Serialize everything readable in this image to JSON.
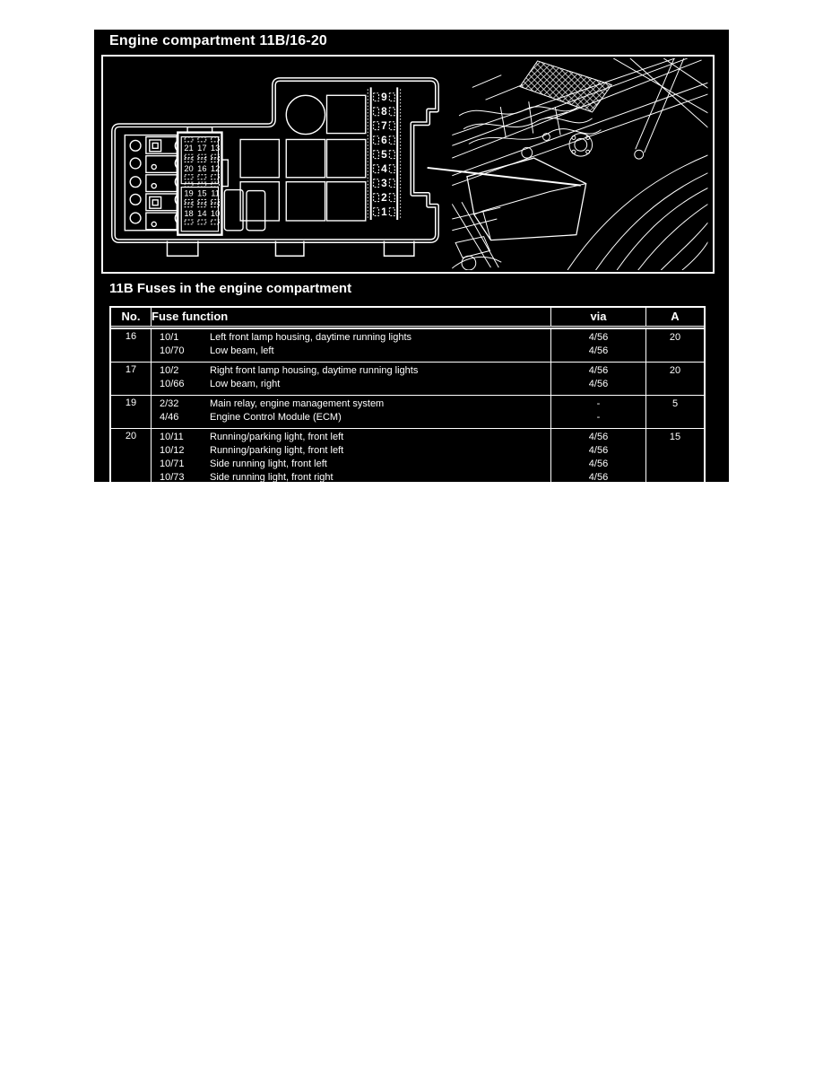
{
  "window": {
    "title": "Engine compartment 11B/16-20",
    "section_title": "11B Fuses in the engine compartment"
  },
  "diagram": {
    "fuse_grid": [
      [
        "21",
        "17",
        "13"
      ],
      [
        "20",
        "16",
        "12"
      ],
      [
        "19",
        "15",
        "11"
      ],
      [
        "18",
        "14",
        "10"
      ]
    ],
    "scale_labels": [
      "9",
      "8",
      "7",
      "6",
      "5",
      "4",
      "3",
      "2",
      "1"
    ]
  },
  "fuse_table": {
    "headers": {
      "no": "No.",
      "function": "Fuse function",
      "via": "via",
      "amps": "A"
    },
    "rows": [
      {
        "no": "16",
        "amps": "20",
        "entries": [
          {
            "id": "10/1",
            "desc": "Left front lamp housing, daytime running lights",
            "via": "4/56"
          },
          {
            "id": "10/70",
            "desc": "Low beam, left",
            "via": "4/56"
          }
        ]
      },
      {
        "no": "17",
        "amps": "20",
        "entries": [
          {
            "id": "10/2",
            "desc": "Right front lamp housing, daytime running lights",
            "via": "4/56"
          },
          {
            "id": "10/66",
            "desc": "Low beam, right",
            "via": "4/56"
          }
        ]
      },
      {
        "no": "19",
        "amps": "5",
        "entries": [
          {
            "id": "2/32",
            "desc": "Main relay, engine management system",
            "via": "-"
          },
          {
            "id": "4/46",
            "desc": "Engine Control Module (ECM)",
            "via": "-"
          }
        ]
      },
      {
        "no": "20",
        "amps": "15",
        "entries": [
          {
            "id": "10/11",
            "desc": "Running/parking light, front left",
            "via": "4/56"
          },
          {
            "id": "10/12",
            "desc": "Running/parking light, front left",
            "via": "4/56"
          },
          {
            "id": "10/71",
            "desc": "Side running light, front left",
            "via": "4/56"
          },
          {
            "id": "10/73",
            "desc": "Side running light, front right",
            "via": "4/56"
          }
        ]
      }
    ]
  },
  "colors": {
    "panel_bg": "#000000",
    "ink": "#ffffff",
    "page_bg": "#ffffff"
  }
}
